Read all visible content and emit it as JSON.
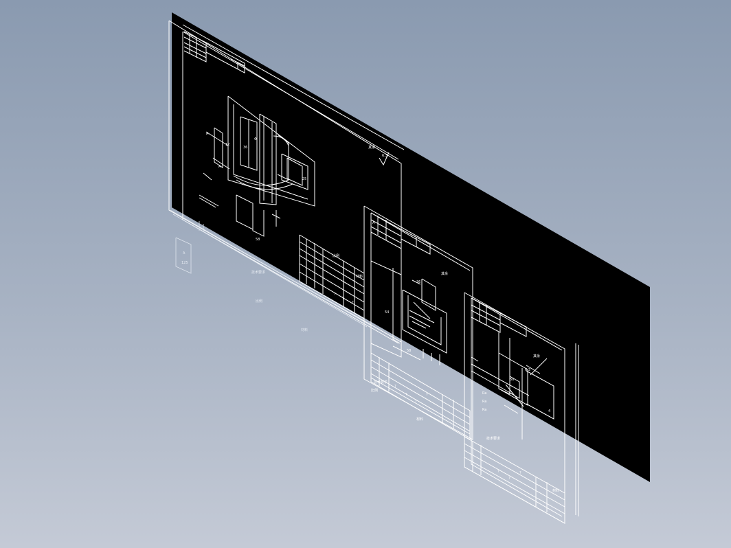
{
  "viewport": {
    "background_top": "#8a9ab0",
    "background_bottom": "#c4cad6",
    "sheet_fill": "#000000",
    "line_color": "#ffffff"
  },
  "drawing_texts": {
    "sheet1_view_label": "A",
    "sheet1_tech_note": "技术要求",
    "sheet1_scale": "比例",
    "sheet1_material": "材料",
    "sheet2_view_label": "A",
    "sheet2_tech_note": "技术要求",
    "sheet3_tech_note": "技术要求",
    "sheet3_label": "其余",
    "qmark_1": "?",
    "qmark_2": "?",
    "qmark_3": "?"
  }
}
